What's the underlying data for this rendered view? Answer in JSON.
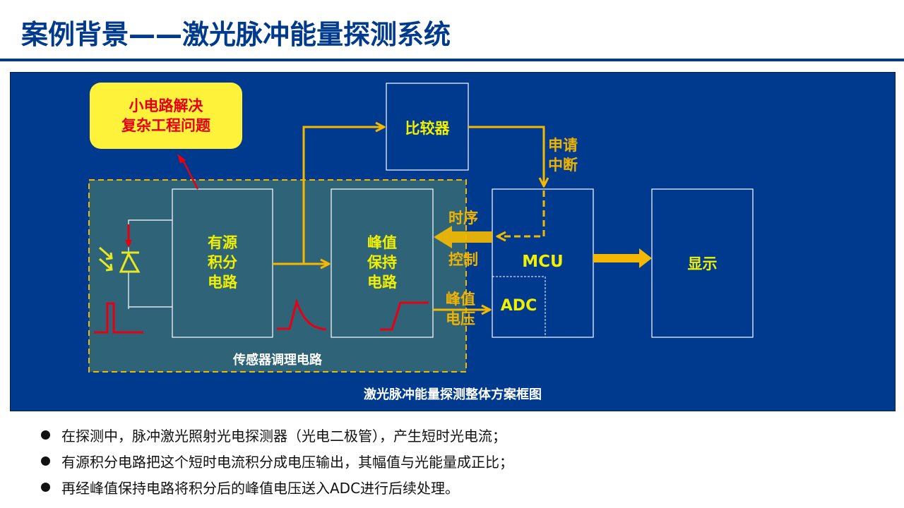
{
  "slide": {
    "title": "案例背景——激光脉冲能量探测系统"
  },
  "diagram": {
    "caption": "激光脉冲能量探测整体方案框图",
    "callout": {
      "line1": "小电路解决",
      "line2": "复杂工程问题"
    },
    "sensor_group_label": "传感器调理电路",
    "blocks": {
      "integrator": [
        "有源",
        "积分",
        "电路"
      ],
      "peak_hold": [
        "峰值",
        "保持",
        "电路"
      ],
      "comparator": "比较器",
      "mcu": "MCU",
      "adc": "ADC",
      "display": "显示"
    },
    "signals": {
      "interrupt_request": [
        "申请",
        "中断"
      ],
      "timing_control_top": "时序",
      "timing_control_bottom": "控制",
      "peak_voltage": [
        "峰值",
        "电压"
      ]
    },
    "colors": {
      "panel_bg": "#003a8f",
      "sensor_group_bg": "#2f6478",
      "arrow_gold": "#f5b800",
      "block_text": "#f0f000",
      "waveform_red": "#e60012",
      "callout_bg": "#fff23a"
    }
  },
  "bullets": [
    "在探测中，脉冲激光照射光电探测器（光电二极管），产生短时光电流；",
    "有源积分电路把这个短时电流积分成电压输出，其幅值与光能量成正比；",
    "再经峰值保持电路将积分后的峰值电压送入ADC进行后续处理。"
  ]
}
